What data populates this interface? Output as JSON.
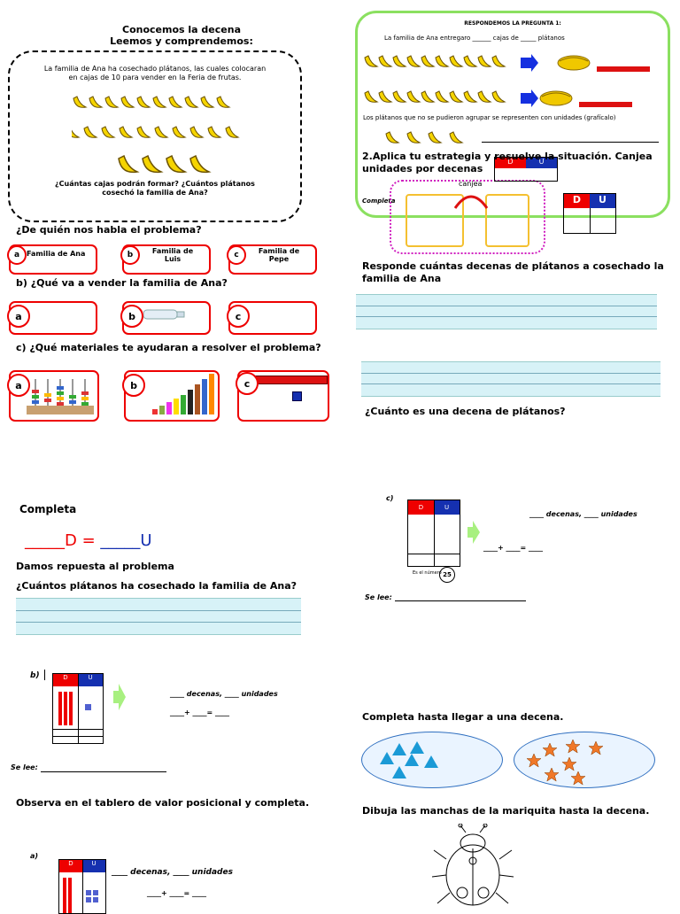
{
  "story": {
    "title1": "Conocemos la decena",
    "title2": "Leemos y comprendemos:",
    "text1": "La familia de Ana ha cosechado plátanos, las cuales colocaran",
    "text2": "en cajas de 10 para vender en la Feria de frutas.",
    "question1": "¿Cuántas cajas podrán formar? ¿Cuántos plátanos",
    "question2": "cosechó la familia de Ana?"
  },
  "q_a": {
    "text": "¿De quién nos habla el problema?",
    "options": [
      {
        "letter": "a",
        "label": "Familia de Ana"
      },
      {
        "letter": "b",
        "label1": "Familia de",
        "label2": "Luis"
      },
      {
        "letter": "c",
        "label1": "Familia de",
        "label2": "Pepe"
      }
    ]
  },
  "q_b": {
    "text": "b) ¿Qué va a vender la familia de Ana?",
    "letters": [
      "a",
      "b",
      "c"
    ]
  },
  "q_c": {
    "text": "c) ¿Qué materiales te ayudaran a resolver el problema?",
    "letters": [
      "a",
      "b",
      "c"
    ]
  },
  "right_top": {
    "heading": "RESPONDEMOS LA PREGUNTA 1:",
    "line": "La familia de Ana entregaro ______ cajas de _____ plátanos",
    "note": "Los plátanos que no se pudieron agrupar se representen con unidades (grafícalo)",
    "strategy1": "2.Aplica tu estrategia y resuelve la situación. Canjea",
    "strategy2": "unidades por decenas",
    "complete": "Completa",
    "canjea": "canjea",
    "D": "D",
    "U": "U"
  },
  "responde": {
    "line1": "Responde cuántas decenas de plátanos a cosechado la",
    "line2": "familia de Ana"
  },
  "decena_q": "¿Cuánto es una decena de plátanos?",
  "completa": {
    "title": "Completa",
    "D_part": "_____D = ",
    "eq_part": "_____U"
  },
  "answer": {
    "title": "Damos repuesta al problema",
    "question": "¿Cuántos plátanos ha cosechado la familia de Ana?"
  },
  "exercise_b": {
    "label": "b)",
    "D": "D",
    "U": "U",
    "decenas": "____ decenas, ____ unidades",
    "sum": "____+ ____= ____",
    "se_lee": "Se lee:"
  },
  "exercise_c": {
    "label": "c)",
    "D": "D",
    "U": "U",
    "decenas": "____ decenas, ____ unidades",
    "sum": "____+ ____= ____",
    "number_text": "Es el número",
    "number": "25",
    "se_lee": "Se lee:"
  },
  "observa": "Observa en el tablero de valor posicional y completa.",
  "exercise_a": {
    "label": "a)",
    "D": "D",
    "U": "U",
    "decenas": "____ decenas, ____ unidades",
    "sum": "____+ ____= ____"
  },
  "completa_decena": "Completa hasta llegar a una decena.",
  "mariquita": "Dibuja las manchas de la mariquita hasta la decena.",
  "colors": {
    "red": "#e00000",
    "blue": "#1530b0",
    "green_border": "#8be060",
    "cyan_ruled": "#d7f2f7",
    "triangle": "#1b9ad6",
    "star": "#f07828"
  }
}
